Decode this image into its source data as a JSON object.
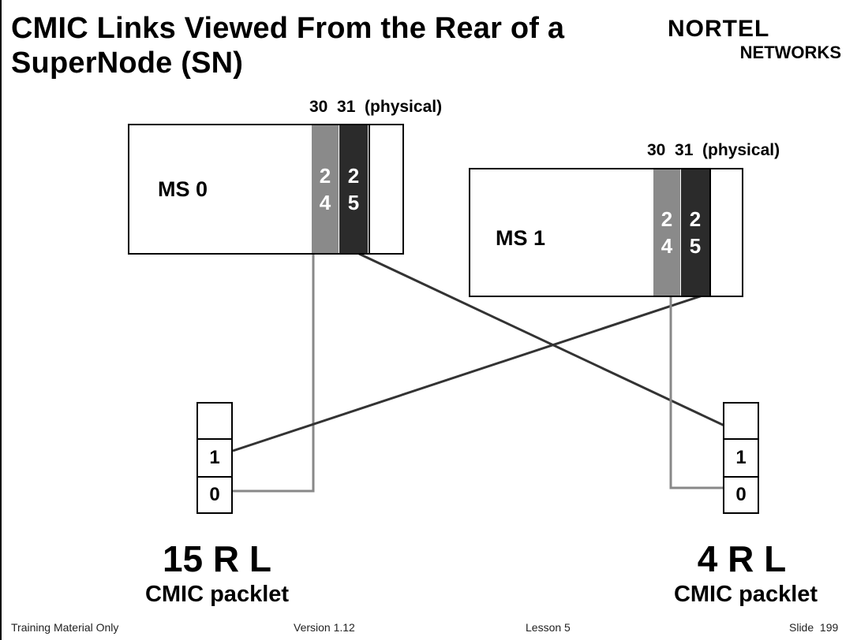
{
  "slide": {
    "title_line1": "CMIC Links Viewed From the Rear of a",
    "title_line2": "SuperNode (SN)"
  },
  "logo": {
    "top": "NORTEL",
    "bottom": "NETWORKS"
  },
  "ms0": {
    "label": "MS 0",
    "physical_label": "30  31  (physical)",
    "slot_a": [
      "2",
      "4"
    ],
    "slot_b": [
      "2",
      "5"
    ]
  },
  "ms1": {
    "label": "MS 1",
    "physical_label": "30  31  (physical)",
    "slot_a": [
      "2",
      "4"
    ],
    "slot_b": [
      "2",
      "5"
    ]
  },
  "packlet_left": {
    "port_top": "1",
    "port_bottom": "0",
    "id": "15 R L",
    "label": "CMIC packlet"
  },
  "packlet_right": {
    "port_top": "1",
    "port_bottom": "0",
    "id": "4 R L",
    "label": "CMIC packlet"
  },
  "footer": {
    "left": "Training Material Only",
    "version": "Version 1.12",
    "lesson": "Lesson 5",
    "slide": "Slide  199"
  },
  "colors": {
    "slot_a": "#8a8a8a",
    "slot_b": "#2b2b2b",
    "wire_gray": "#888888",
    "wire_dark": "#333333"
  }
}
